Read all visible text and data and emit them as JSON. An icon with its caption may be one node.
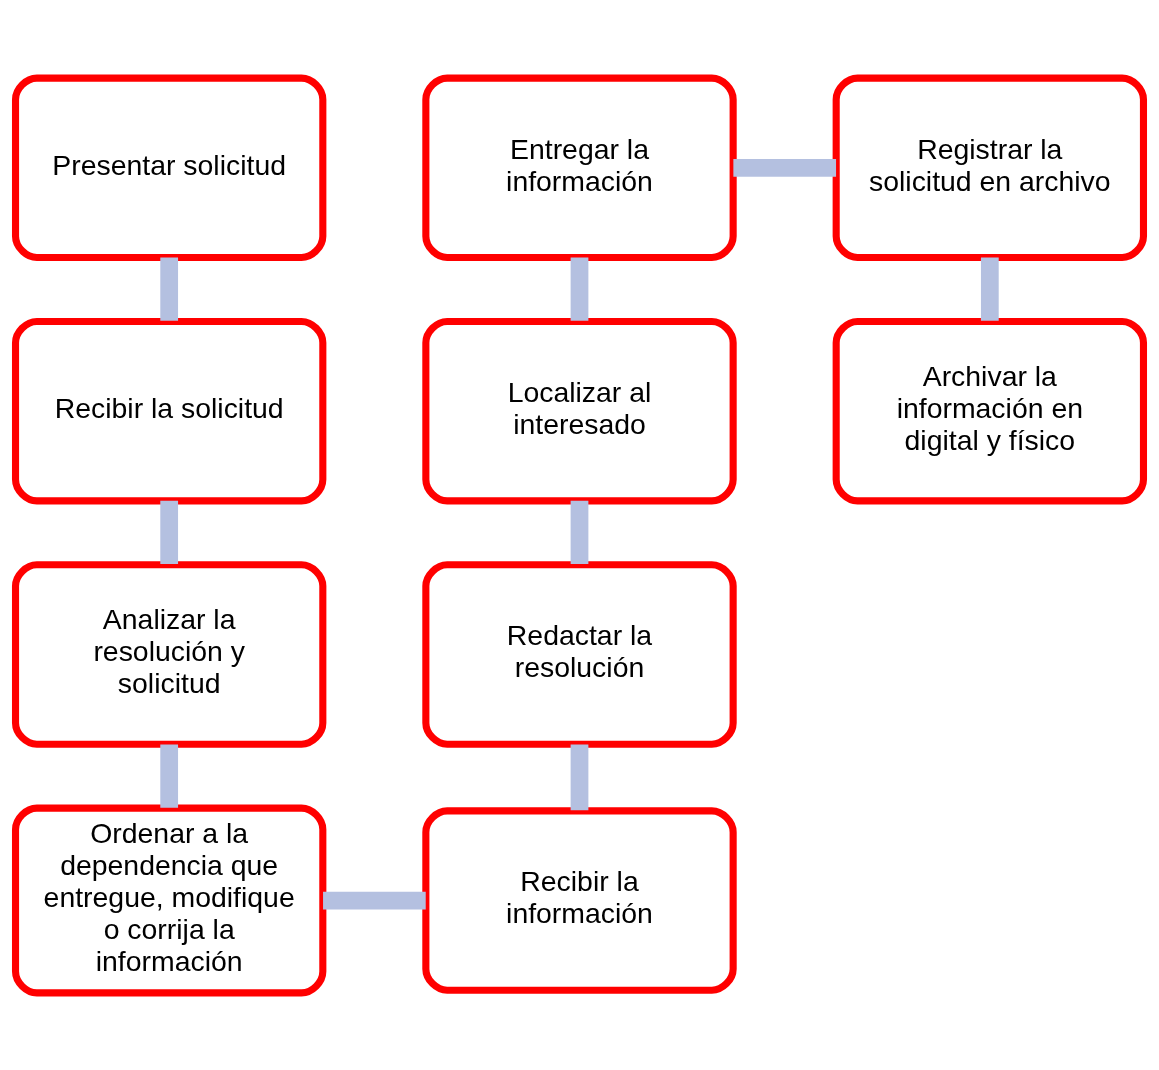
{
  "diagram": {
    "nodes": [
      {
        "text": [
          "Presentar solicitud"
        ]
      },
      {
        "text": [
          "Recibir la solicitud"
        ]
      },
      {
        "text": [
          "Analizar la resolución y solicitud"
        ]
      },
      {
        "text": [
          "Ordenar a la dependencia que entregue, modifique o corrija la información"
        ]
      },
      {
        "text": [
          "Recibir la información"
        ]
      },
      {
        "text": [
          "Redactar la resolución"
        ]
      },
      {
        "text": [
          "Localizar al interesado"
        ]
      },
      {
        "text": [
          "Entregar la información"
        ]
      },
      {
        "text": [
          "Registrar la solicitud en archivo"
        ]
      },
      {
        "text": [
          "Archivar la información en digital y físico"
        ]
      }
    ],
    "edges": [
      {
        "from": 0,
        "to": 1,
        "arrow": "none"
      },
      {
        "from": 1,
        "to": 2,
        "arrow": "none"
      },
      {
        "from": 2,
        "to": 3,
        "arrow": "none"
      },
      {
        "from": 3,
        "to": 4,
        "arrow": "none"
      },
      {
        "from": 4,
        "to": 5,
        "arrow": "none"
      },
      {
        "from": 5,
        "to": 6,
        "arrow": "none"
      },
      {
        "from": 6,
        "to": 7,
        "arrow": "none"
      },
      {
        "from": 7,
        "to": 8,
        "arrow": "none"
      },
      {
        "from": 8,
        "to": 9,
        "arrow": "none"
      }
    ]
  }
}
